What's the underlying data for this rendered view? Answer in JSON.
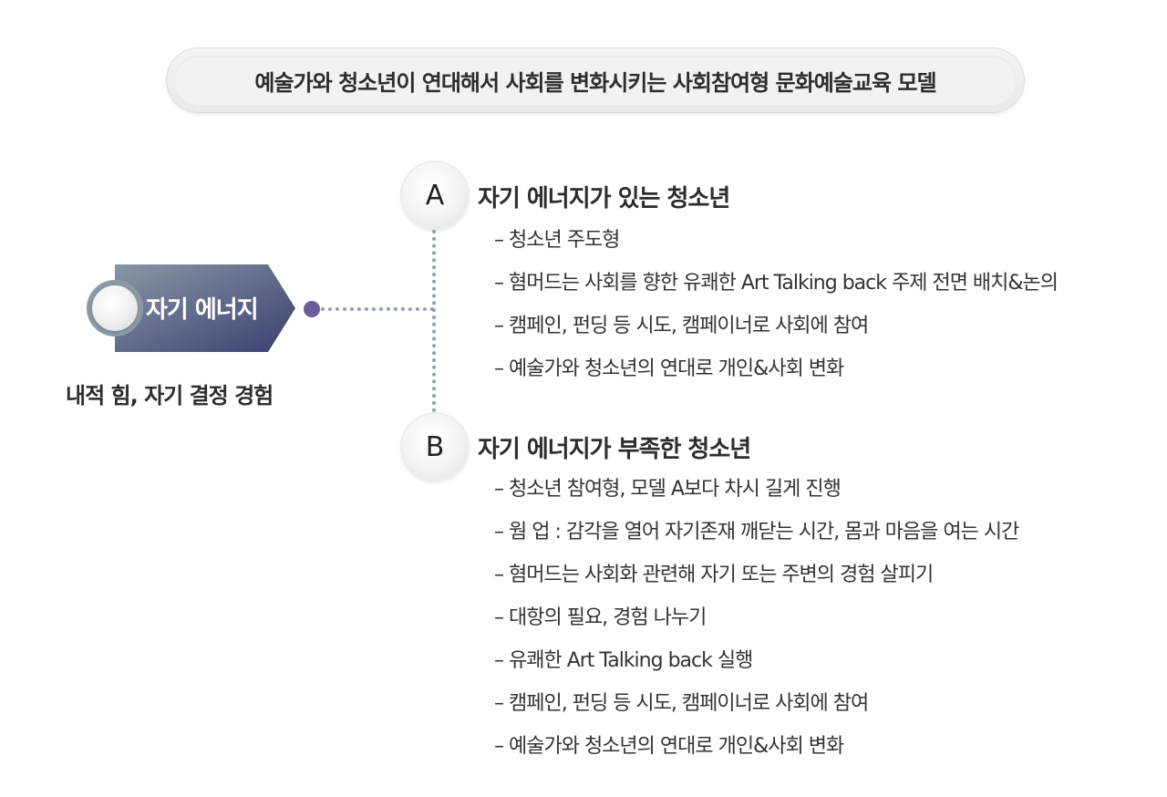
{
  "title": "예술가와 청소년이 연대해서 사회를 변화시키는 사회참여형 문화예술교육 모델",
  "energy": {
    "label": "자기 에너지",
    "caption": "내적 힘, 자기 결정 경험"
  },
  "colors": {
    "energy_gradient_start": "#8a97a5",
    "energy_gradient_end": "#3a3f70",
    "connector_dot": "#6a5b9a",
    "dotted_line": "#8f9fb0"
  },
  "models": [
    {
      "letter": "A",
      "heading": "자기 에너지가 있는 청소년",
      "items": [
        "– 청소년 주도형",
        "– 혐머드는 사회를 향한 유쾌한 Art Talking back 주제 전면 배치&논의",
        "– 캠페인, 펀딩 등 시도, 캠페이너로 사회에 참여",
        "– 예술가와 청소년의 연대로 개인&사회 변화"
      ]
    },
    {
      "letter": "B",
      "heading": "자기 에너지가 부족한 청소년",
      "items": [
        "– 청소년 참여형, 모델 A보다 차시 길게 진행",
        "– 웜 업 : 감각을 열어 자기존재 깨닫는 시간, 몸과 마음을 여는 시간",
        "– 혐머드는 사회화 관련해 자기 또는 주변의 경험 살피기",
        "– 대항의 필요, 경험 나누기",
        "– 유쾌한 Art Talking back  실행",
        "– 캠페인, 펀딩 등 시도, 캠페이너로 사회에 참여",
        "– 예술가와 청소년의 연대로 개인&사회 변화"
      ]
    }
  ]
}
